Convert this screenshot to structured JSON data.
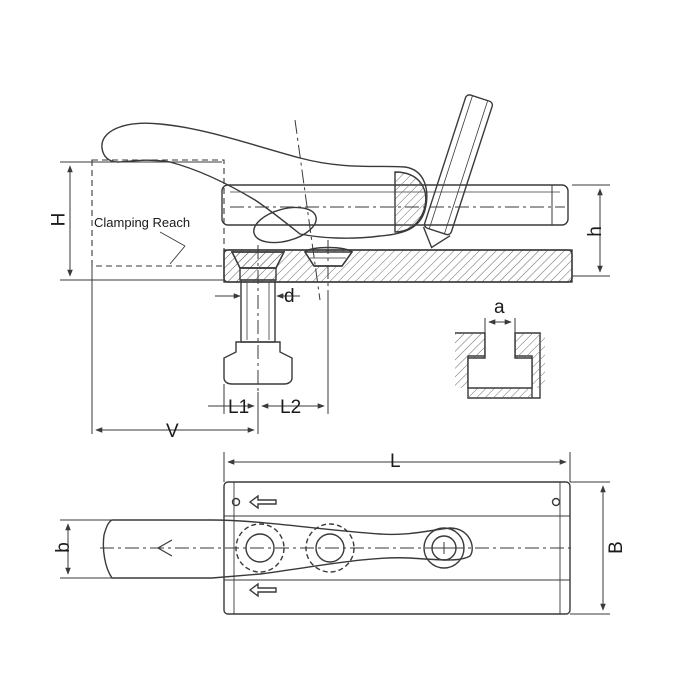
{
  "labels": {
    "H": "H",
    "h": "h",
    "clamping_reach": "Clamping Reach",
    "d": "d",
    "a": "a",
    "L1": "L1",
    "L2": "L2",
    "V": "V",
    "L": "L",
    "b": "b",
    "B": "B"
  },
  "colors": {
    "line": "#3a3a3a",
    "hatch": "#6a6a6a",
    "background": "#ffffff"
  }
}
